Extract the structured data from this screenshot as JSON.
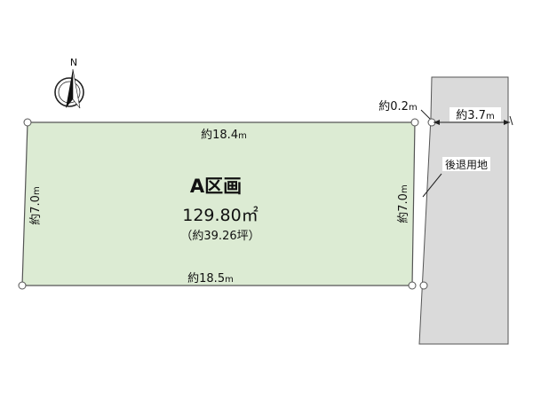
{
  "colors": {
    "lot_fill": "#dcebd3",
    "setback_fill": "#dadada",
    "outline": "#555555",
    "text": "#111111"
  },
  "compass": {
    "north_label": "N",
    "icon": "north-arrow-icon"
  },
  "lot": {
    "name": "A区画",
    "area": "129.80㎡",
    "tsubo": "（約39.26坪）"
  },
  "dimensions": {
    "top_width": {
      "value": "約18.4",
      "unit": "m"
    },
    "bottom_width": {
      "value": "約18.5",
      "unit": "m"
    },
    "left_depth": {
      "value": "約7.0",
      "unit": "m"
    },
    "right_depth": {
      "value": "約7.0",
      "unit": "m"
    },
    "gap": {
      "value": "約0.2",
      "unit": "m"
    },
    "road_width": {
      "value": "約3.7",
      "unit": "m"
    }
  },
  "setback": {
    "label": "後退用地"
  }
}
